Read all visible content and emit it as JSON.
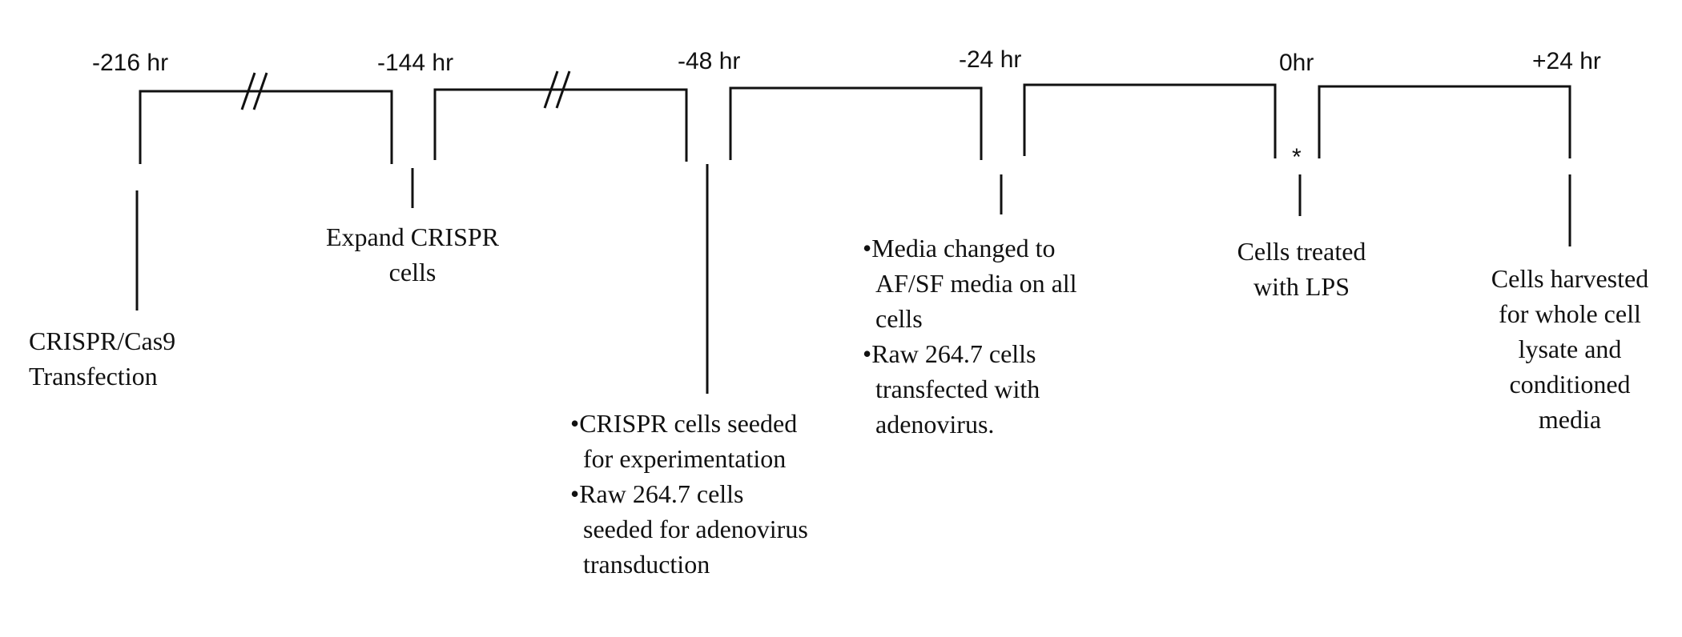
{
  "timepoints": [
    {
      "label": "-216 hr"
    },
    {
      "label": "-144 hr"
    },
    {
      "label": "-48 hr"
    },
    {
      "label": "-24 hr"
    },
    {
      "label": "0hr"
    },
    {
      "label": "+24 hr"
    }
  ],
  "marker": "*",
  "events": [
    {
      "lines": [
        "CRISPR/Cas9",
        "Transfection"
      ]
    },
    {
      "lines": [
        "Expand CRISPR",
        "cells"
      ]
    },
    {
      "bullets": [
        [
          "CRISPR cells seeded",
          "for experimentation"
        ],
        [
          "Raw 264.7 cells",
          "seeded for adenovirus",
          "transduction"
        ]
      ]
    },
    {
      "bullets": [
        [
          "Media changed to",
          "AF/SF media on all",
          "cells"
        ],
        [
          "Raw 264.7 cells",
          "transfected with",
          "adenovirus."
        ]
      ]
    },
    {
      "lines": [
        "Cells treated",
        "with LPS"
      ]
    },
    {
      "lines": [
        "Cells harvested",
        "for whole cell",
        "lysate and",
        "conditioned",
        "media"
      ]
    }
  ]
}
